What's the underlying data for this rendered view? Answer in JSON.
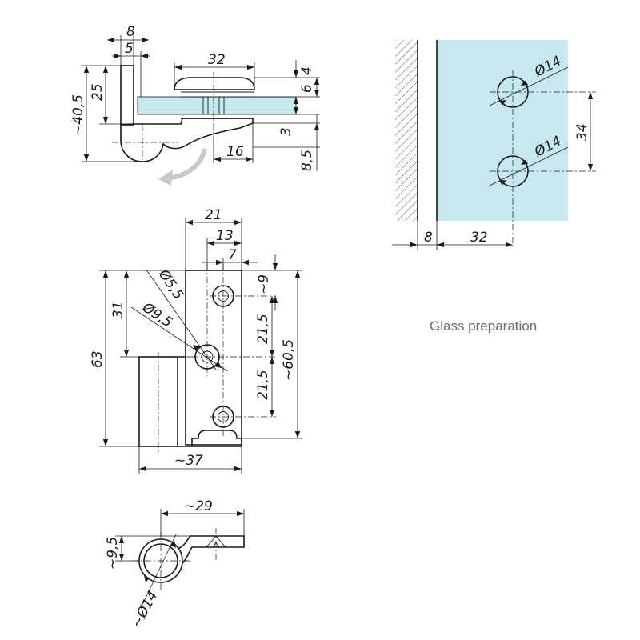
{
  "caption": "Glass preparation",
  "colors": {
    "glass": "#c8e8f0",
    "ink": "#1a1a1a",
    "arrow": "#c8c8c8",
    "caption": "#6b6b6b"
  },
  "side_view": {
    "w_8": "8",
    "w_5": "5",
    "w_32": "32",
    "h_25": "25",
    "h_40_5": "~40,5",
    "t_4": "4",
    "t_6": "6",
    "t_3": "3",
    "t_8_5": "8,5",
    "w_16": "16"
  },
  "front_view": {
    "w_21": "21",
    "w_13": "13",
    "w_7": "7",
    "d_5_5": "Ø5,5",
    "d_9_5": "Ø9,5",
    "h_31": "31",
    "h_63": "63",
    "h_9": "~9",
    "h_21_5_a": "21,5",
    "h_21_5_b": "21,5",
    "h_60_5": "~60,5",
    "w_37": "~37"
  },
  "top_view": {
    "w_29": "~29",
    "h_9_5": "~9,5",
    "d_14": "~Ø14"
  },
  "glass_preparation": {
    "d_14_a": "Ø14",
    "d_14_b": "Ø14",
    "h_34": "34",
    "w_8": "8",
    "w_32": "32"
  }
}
